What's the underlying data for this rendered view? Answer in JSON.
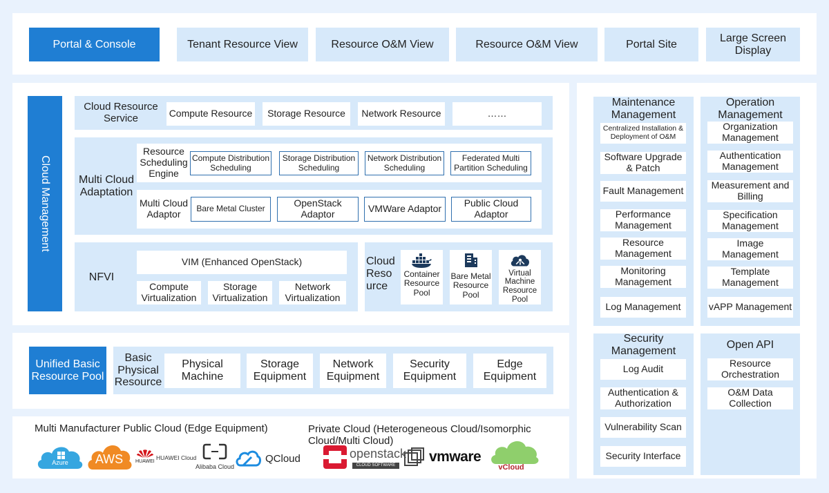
{
  "portal": {
    "main": "Portal & Console",
    "tabs": [
      "Tenant Resource View",
      "Resource O&M View",
      "Resource O&M View",
      "Portal Site",
      "Large Screen Display"
    ]
  },
  "cloud_mgmt": {
    "title": "Cloud Management",
    "crs": {
      "label": "Cloud Resource Service",
      "items": [
        "Compute Resource",
        "Storage Resource",
        "Network Resource",
        "……"
      ]
    },
    "mca": {
      "label": "Multi Cloud Adaptation",
      "rse": "Resource Scheduling Engine",
      "sched": [
        "Compute Distribution Scheduling",
        "Storage Distribution Scheduling",
        "Network Distribution Scheduling",
        "Federated Multi Partition Scheduling"
      ],
      "adaptor_label": "Multi Cloud Adaptor",
      "adaptors": [
        "Bare Metal Cluster",
        "OpenStack Adaptor",
        "VMWare Adaptor",
        "Public Cloud Adaptor"
      ]
    },
    "nfvi": {
      "label": "NFVI",
      "vim": "VIM (Enhanced OpenStack)",
      "virt": [
        "Compute Virtualization",
        "Storage Virtualization",
        "Network Virtualization"
      ]
    },
    "cloud_resource": {
      "label": "Cloud Resource",
      "pools": [
        {
          "icon": "docker-icon",
          "label": "Container Resource Pool"
        },
        {
          "icon": "server-icon",
          "label": "Bare Metal Resource Pool"
        },
        {
          "icon": "vm-cloud-icon",
          "label": "Virtual Machine Resource Pool"
        }
      ]
    }
  },
  "basic_pool": {
    "title": "Unified Basic Resource Pool",
    "label": "Basic Physical Resource",
    "items": [
      "Physical Machine",
      "Storage Equipment",
      "Network Equipment",
      "Security Equipment",
      "Edge Equipment"
    ]
  },
  "clouds": {
    "public_label": "Multi Manufacturer Public Cloud (Edge Equipment)",
    "private_label": "Private Cloud (Heterogeneous Cloud/Isomorphic Cloud/Multi Cloud)",
    "public_logos": {
      "azure": "Azure",
      "aws": "AWS",
      "huawei": "HUAWEI",
      "huawei_cloud": "HUAWEI Cloud",
      "alibaba": "Alibaba Cloud",
      "qcloud": "QCloud"
    },
    "private_logos": {
      "openstack": "openstack",
      "openstack_sub": "CLOUD SOFTWARE",
      "vmware": "vmware",
      "vcloud": "vCloud"
    }
  },
  "maintenance": {
    "title": "Maintenance Management",
    "items": [
      "Centralized Installation & Deployment of O&M",
      "Software Upgrade & Patch",
      "Fault Management",
      "Performance Management",
      "Resource Management",
      "Monitoring Management",
      "Log Management"
    ]
  },
  "operation": {
    "title": "Operation Management",
    "items": [
      "Organization Management",
      "Authentication Management",
      "Measurement and Billing",
      "Specification Management",
      "Image Management",
      "Template Management",
      "vAPP Management"
    ]
  },
  "security": {
    "title": "Security Management",
    "items": [
      "Log Audit",
      "Authentication & Authorization",
      "Vulnerability Scan",
      "Security Interface"
    ]
  },
  "open_api": {
    "title": "Open API",
    "items": [
      "Resource Orchestration",
      "O&M Data Collection"
    ]
  },
  "colors": {
    "accent": "#1f7ed3",
    "band": "#d7e9fa",
    "background": "#e9f2fd"
  }
}
